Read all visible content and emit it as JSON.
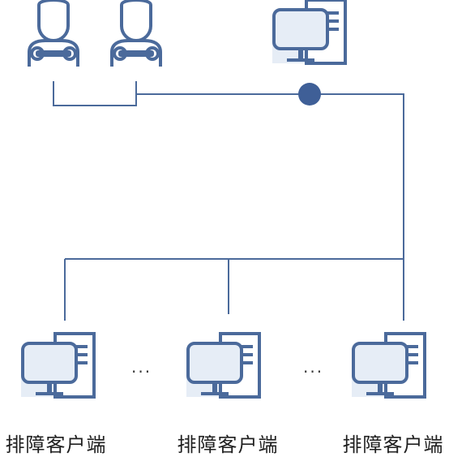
{
  "colors": {
    "line": "#4b6a9b",
    "icon": "#4b6a9b",
    "fill": "#e6edf6",
    "node": "#3f5f97"
  },
  "icons": {
    "engineer": "engineer-wrench-icon",
    "server": "computer-server-icon"
  },
  "clients": [
    {
      "label": "排障客户端"
    },
    {
      "label": "排障客户端"
    },
    {
      "label": "排障客户端"
    }
  ],
  "ellipsis": [
    "···",
    "···"
  ]
}
